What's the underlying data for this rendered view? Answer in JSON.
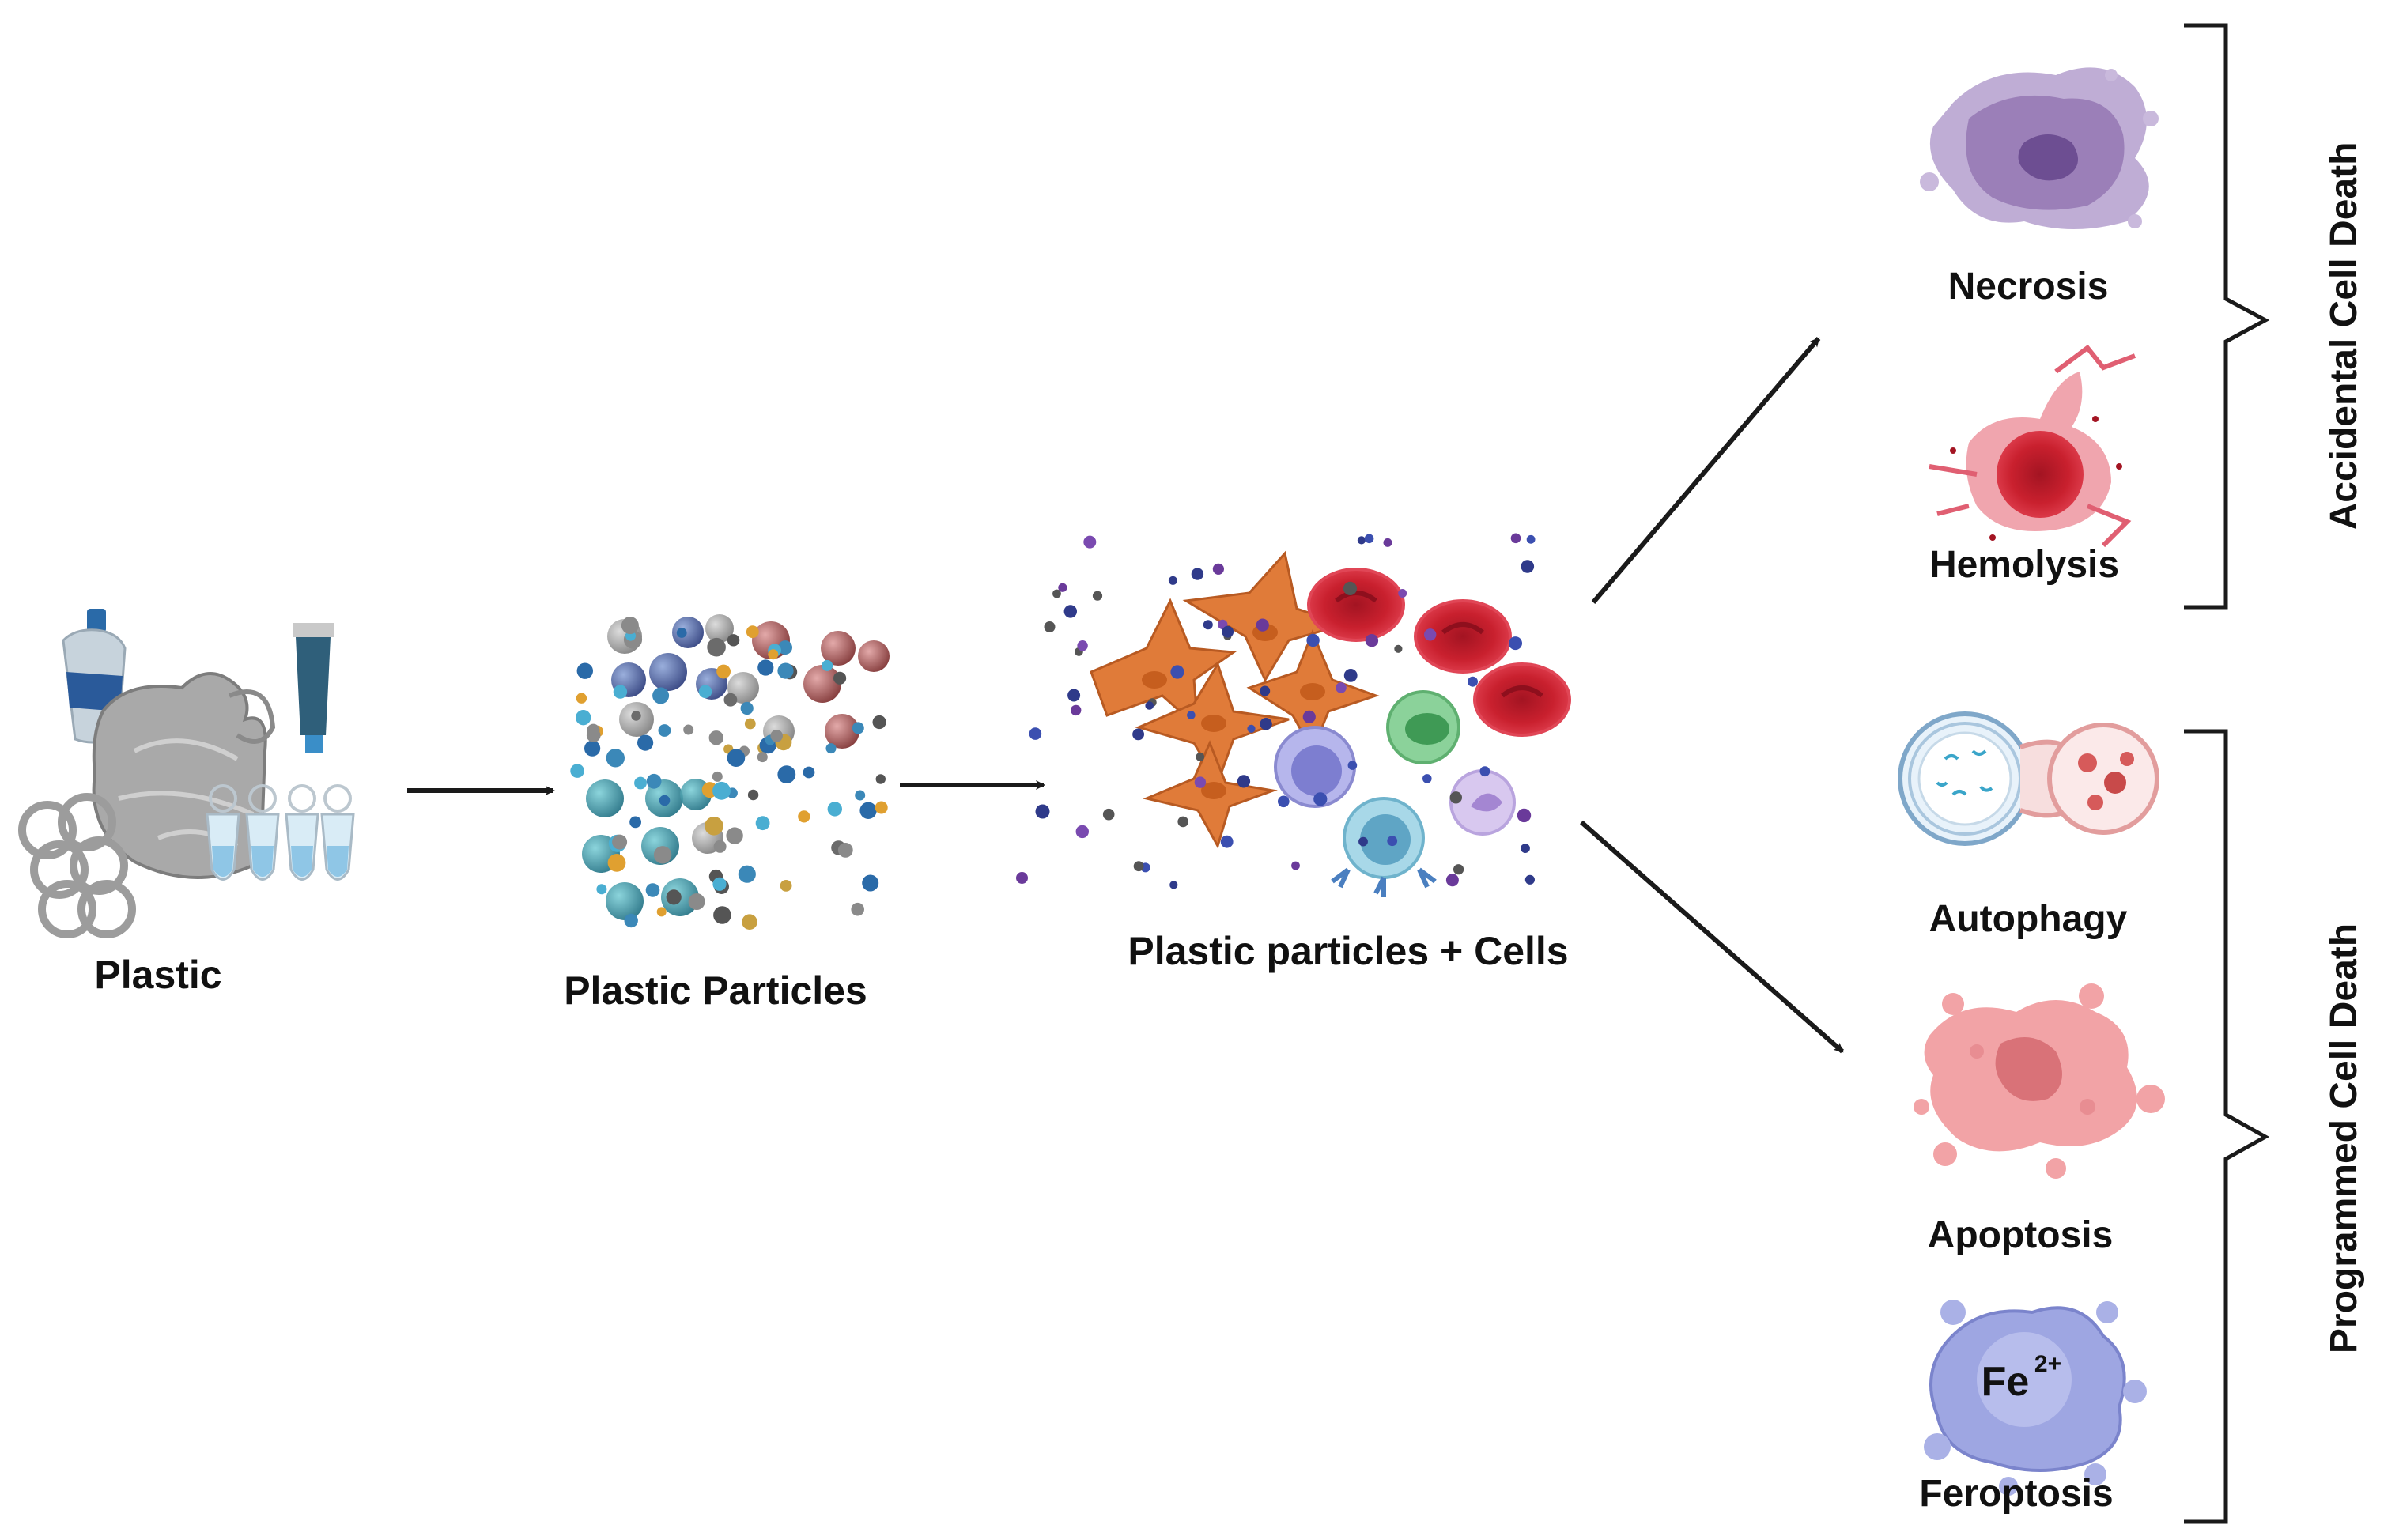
{
  "stages": {
    "plastic": "Plastic",
    "particles": "Plastic Particles",
    "particles_cells": "Plastic particles + Cells"
  },
  "outcomes": {
    "necrosis": "Necrosis",
    "hemolysis": "Hemolysis",
    "autophagy": "Autophagy",
    "apoptosis": "Apoptosis",
    "ferroptosis": "Feroptosis",
    "ferroptosis_symbol": "Fe",
    "ferroptosis_charge": "2+"
  },
  "groups": {
    "accidental": "Accidental Cell Death",
    "programmed": "Programmed Cell Death"
  },
  "colors": {
    "arrow": "#1a1a1a",
    "necrosis": "#9b7fb8",
    "hemolysis": "#cf3a4d",
    "rbc": "#c9202e",
    "fibroblast": "#e07b39",
    "apoptosis": "#ee9ea3",
    "ferroptosis": "#8f98dc",
    "autophagy_left": "#7fa7c9",
    "autophagy_right": "#f1b7b7"
  }
}
